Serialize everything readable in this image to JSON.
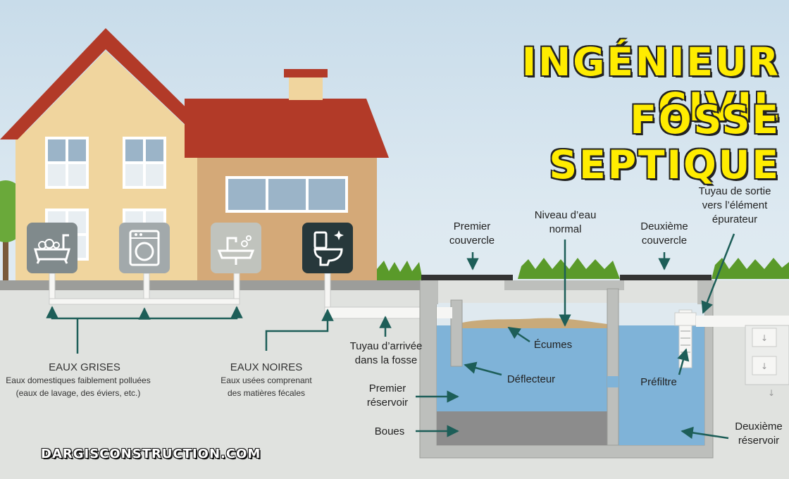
{
  "title": {
    "line1": "INGÉNIEUR CIVIL",
    "line2": "FOSSE SEPTIQUE"
  },
  "website": "DARGISCONSTRUCTION.COM",
  "colors": {
    "title_yellow": "#ffec00",
    "roof_red": "#b23a28",
    "house_wall": "#f0d59e",
    "annex_wall": "#d4a978",
    "water_blue": "#7fb3d8",
    "sludge_gray": "#8c8c8c",
    "scum_brown": "#c8aa7a",
    "ground_gray": "#e0e2df",
    "arrow_teal": "#1d5e58",
    "grass_green": "#5a9a2a"
  },
  "icons": [
    {
      "name": "bathtub-icon",
      "tile_color": "#808a8c"
    },
    {
      "name": "washing-machine-icon",
      "tile_color": "#a2a9ab"
    },
    {
      "name": "sink-icon",
      "tile_color": "#c0c3bd"
    },
    {
      "name": "toilet-icon",
      "tile_color": "#27383b"
    }
  ],
  "labels": {
    "eaux_grises": "EAUX GRISES",
    "eaux_grises_desc1": "Eaux domestiques faiblement polluées",
    "eaux_grises_desc2": "(eaux de lavage, des éviers, etc.)",
    "eaux_noires": "EAUX NOIRES",
    "eaux_noires_desc1": "Eaux usées comprenant",
    "eaux_noires_desc2": "des matières fécales",
    "tuyau_arrivee1": "Tuyau d’arrivée",
    "tuyau_arrivee2": "dans la fosse",
    "premier_couvercle1": "Premier",
    "premier_couvercle2": "couvercle",
    "niveau_eau1": "Niveau d’eau",
    "niveau_eau2": "normal",
    "deuxieme_couvercle1": "Deuxième",
    "deuxieme_couvercle2": "couvercle",
    "tuyau_sortie1": "Tuyau de sortie",
    "tuyau_sortie2": "vers l’élément",
    "tuyau_sortie3": "épurateur",
    "ecumes": "Écumes",
    "deflecteur": "Déflecteur",
    "prefiltre": "Préfiltre",
    "premier_reservoir1": "Premier",
    "premier_reservoir2": "réservoir",
    "boues": "Boues",
    "deuxieme_reservoir1": "Deuxième",
    "deuxieme_reservoir2": "réservoir"
  }
}
